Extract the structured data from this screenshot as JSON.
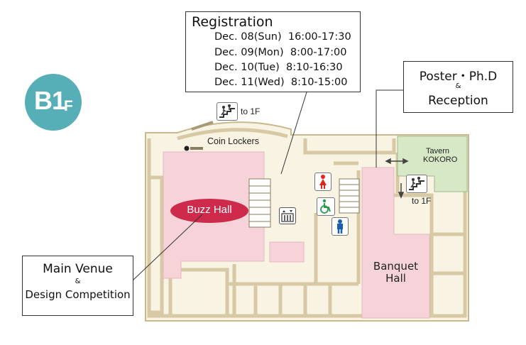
{
  "floor_badge": {
    "label": "B1",
    "suffix": "F",
    "color": "#56aeb6"
  },
  "registration": {
    "title": "Registration",
    "rows": [
      {
        "date": "Dec. 08(Sun)",
        "time": "16:00-17:30"
      },
      {
        "date": "Dec. 09(Mon)",
        "time": "8:00-17:00"
      },
      {
        "date": "Dec. 10(Tue)",
        "time": "8:10-16:30"
      },
      {
        "date": "Dec. 11(Wed)",
        "time": "8:10-15:00"
      }
    ]
  },
  "poster_callout": {
    "line1": "Poster・Ph.D",
    "amp": "&",
    "line2": "Reception"
  },
  "main_callout": {
    "line1": "Main Venue",
    "amp": "&",
    "line2": "Design Competition"
  },
  "map_labels": {
    "coin_lockers": "Coin Lockers",
    "to_1f_top": "to 1F",
    "to_1f_right": "to 1F",
    "tavern_line1": "Tavern",
    "tavern_line2": "KOKORO",
    "buzz_hall": "Buzz Hall",
    "banquet_line1": "Banquet",
    "banquet_line2": "Hall"
  },
  "colors": {
    "hall_pink": "#f5d3d8",
    "corridor_cream": "#f8f3e3",
    "wall_tan": "#d6c9a4",
    "tavern_green": "#d6e8c6",
    "buzz_oval": "#cd2a4c",
    "female_icon": "#e1261c",
    "male_icon": "#1b5fac",
    "accessible_icon": "#2c9a4a"
  },
  "icons": [
    "stairs-icon",
    "elevator-icon",
    "female-restroom-icon",
    "male-restroom-icon",
    "accessible-restroom-icon"
  ]
}
